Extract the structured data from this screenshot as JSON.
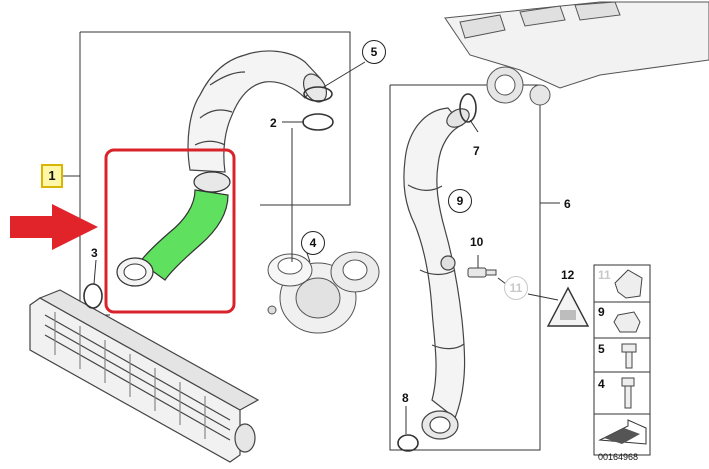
{
  "diagram": {
    "callouts": {
      "group_number": "1",
      "part_2": "2",
      "part_3": "3",
      "part_4": "4",
      "part_5": "5",
      "part_6": "6",
      "part_7": "7",
      "part_8": "8",
      "part_9": "9",
      "part_10": "10",
      "part_11": "11",
      "part_12": "12"
    },
    "legend": [
      "11",
      "9",
      "5",
      "4"
    ],
    "diagram_number": "00164968",
    "highlight_color": "#5fe05f",
    "highlight_box_color": "#d9232a",
    "arrow_color": "#e0242a"
  }
}
